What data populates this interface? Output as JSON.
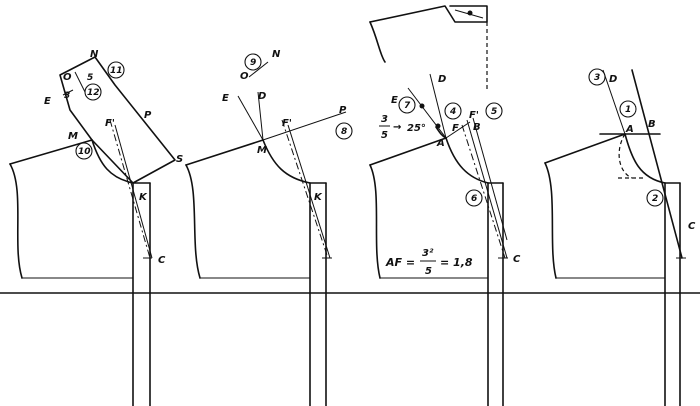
{
  "panel1": {
    "labels": {
      "N": "N",
      "O": "O",
      "S5": "5",
      "E": "E",
      "S3": "3",
      "M": "M",
      "F1": "F'",
      "P": "P",
      "S": "S",
      "K": "K",
      "C": "C"
    },
    "circled": {
      "c11": "11",
      "c12": "12",
      "c10": "10"
    }
  },
  "panel2": {
    "labels": {
      "N": "N",
      "O": "O",
      "E": "E",
      "D": "D",
      "F1": "F'",
      "M": "M",
      "P": "P",
      "K": "K"
    },
    "circled": {
      "c9": "9",
      "c8": "8"
    }
  },
  "panel3": {
    "labels": {
      "E": "E",
      "D": "D",
      "F1": "F'",
      "B": "B",
      "F": "F",
      "A": "A",
      "C": "C",
      "angle": "25°",
      "frac_num": "3",
      "frac_den": "5"
    },
    "circled": {
      "c7": "7",
      "c4": "4",
      "c5": "5",
      "c6": "6"
    },
    "formula": {
      "lhs": "AF =",
      "num": "3²",
      "den": "5",
      "rhs": "= 1,8"
    }
  },
  "panel4": {
    "labels": {
      "D": "D",
      "A": "A",
      "B": "B",
      "C": "C"
    },
    "circled": {
      "c3": "3",
      "c1": "1",
      "c2": "2"
    }
  }
}
